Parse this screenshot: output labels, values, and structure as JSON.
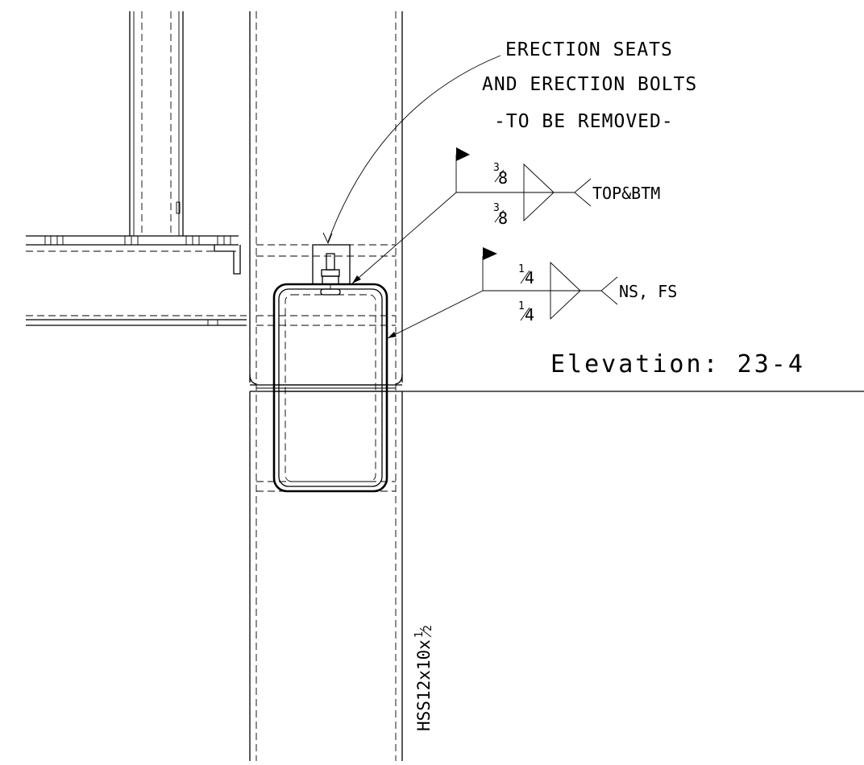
{
  "notes": {
    "erection_line1": "ERECTION SEATS",
    "erection_line2": "AND ERECTION BOLTS",
    "erection_line3": "-TO BE REMOVED-"
  },
  "welds": {
    "top": {
      "size_arrow_num": "3",
      "size_arrow_den": "8",
      "size_other_num": "3",
      "size_other_den": "8",
      "tail_note": "TOP&BTM"
    },
    "bottom": {
      "size_arrow_num": "1",
      "size_arrow_den": "4",
      "size_other_num": "1",
      "size_other_den": "4",
      "tail_note": "NS, FS"
    }
  },
  "elevation": {
    "label": "Elevation: 23-4"
  },
  "member": {
    "label": "HSS12x10x",
    "frac_num": "1",
    "frac_den": "2"
  }
}
